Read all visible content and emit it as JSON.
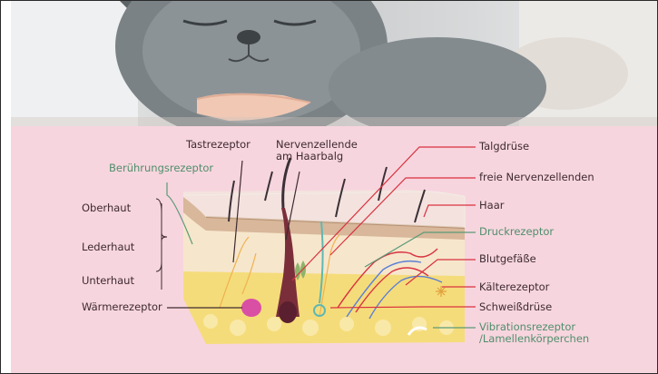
{
  "colors": {
    "background": "#f7d5de",
    "label_dark": "#3e2a31",
    "label_green": "#4f8f6c",
    "pointer_red": "#d9323f",
    "pointer_green": "#5a9a78"
  },
  "photo": {
    "subject": "cat-with-hand"
  },
  "labels": {
    "tastrezeptor": "Tastrezeptor",
    "nervenzellende": "Nervenzellende\nam Haarbalg",
    "beruehrungsrezeptor": "Berührungsrezeptor",
    "oberhaut": "Oberhaut",
    "lederhaut": "Lederhaut",
    "unterhaut": "Unterhaut",
    "waermerezeptor": "Wärmerezeptor",
    "talgdruese": "Talgdrüse",
    "freie_nervenzellenden": "freie Nervenzellenden",
    "haar": "Haar",
    "druckrezeptor": "Druckrezeptor",
    "blutgefaesse": "Blutgefäße",
    "kaelterezeptor": "Kälterezeptor",
    "schweissdruese": "Schweißdrüse",
    "vibrationsrezeptor": "Vibrationsrezeptor\n/Lamellenkörperchen"
  }
}
